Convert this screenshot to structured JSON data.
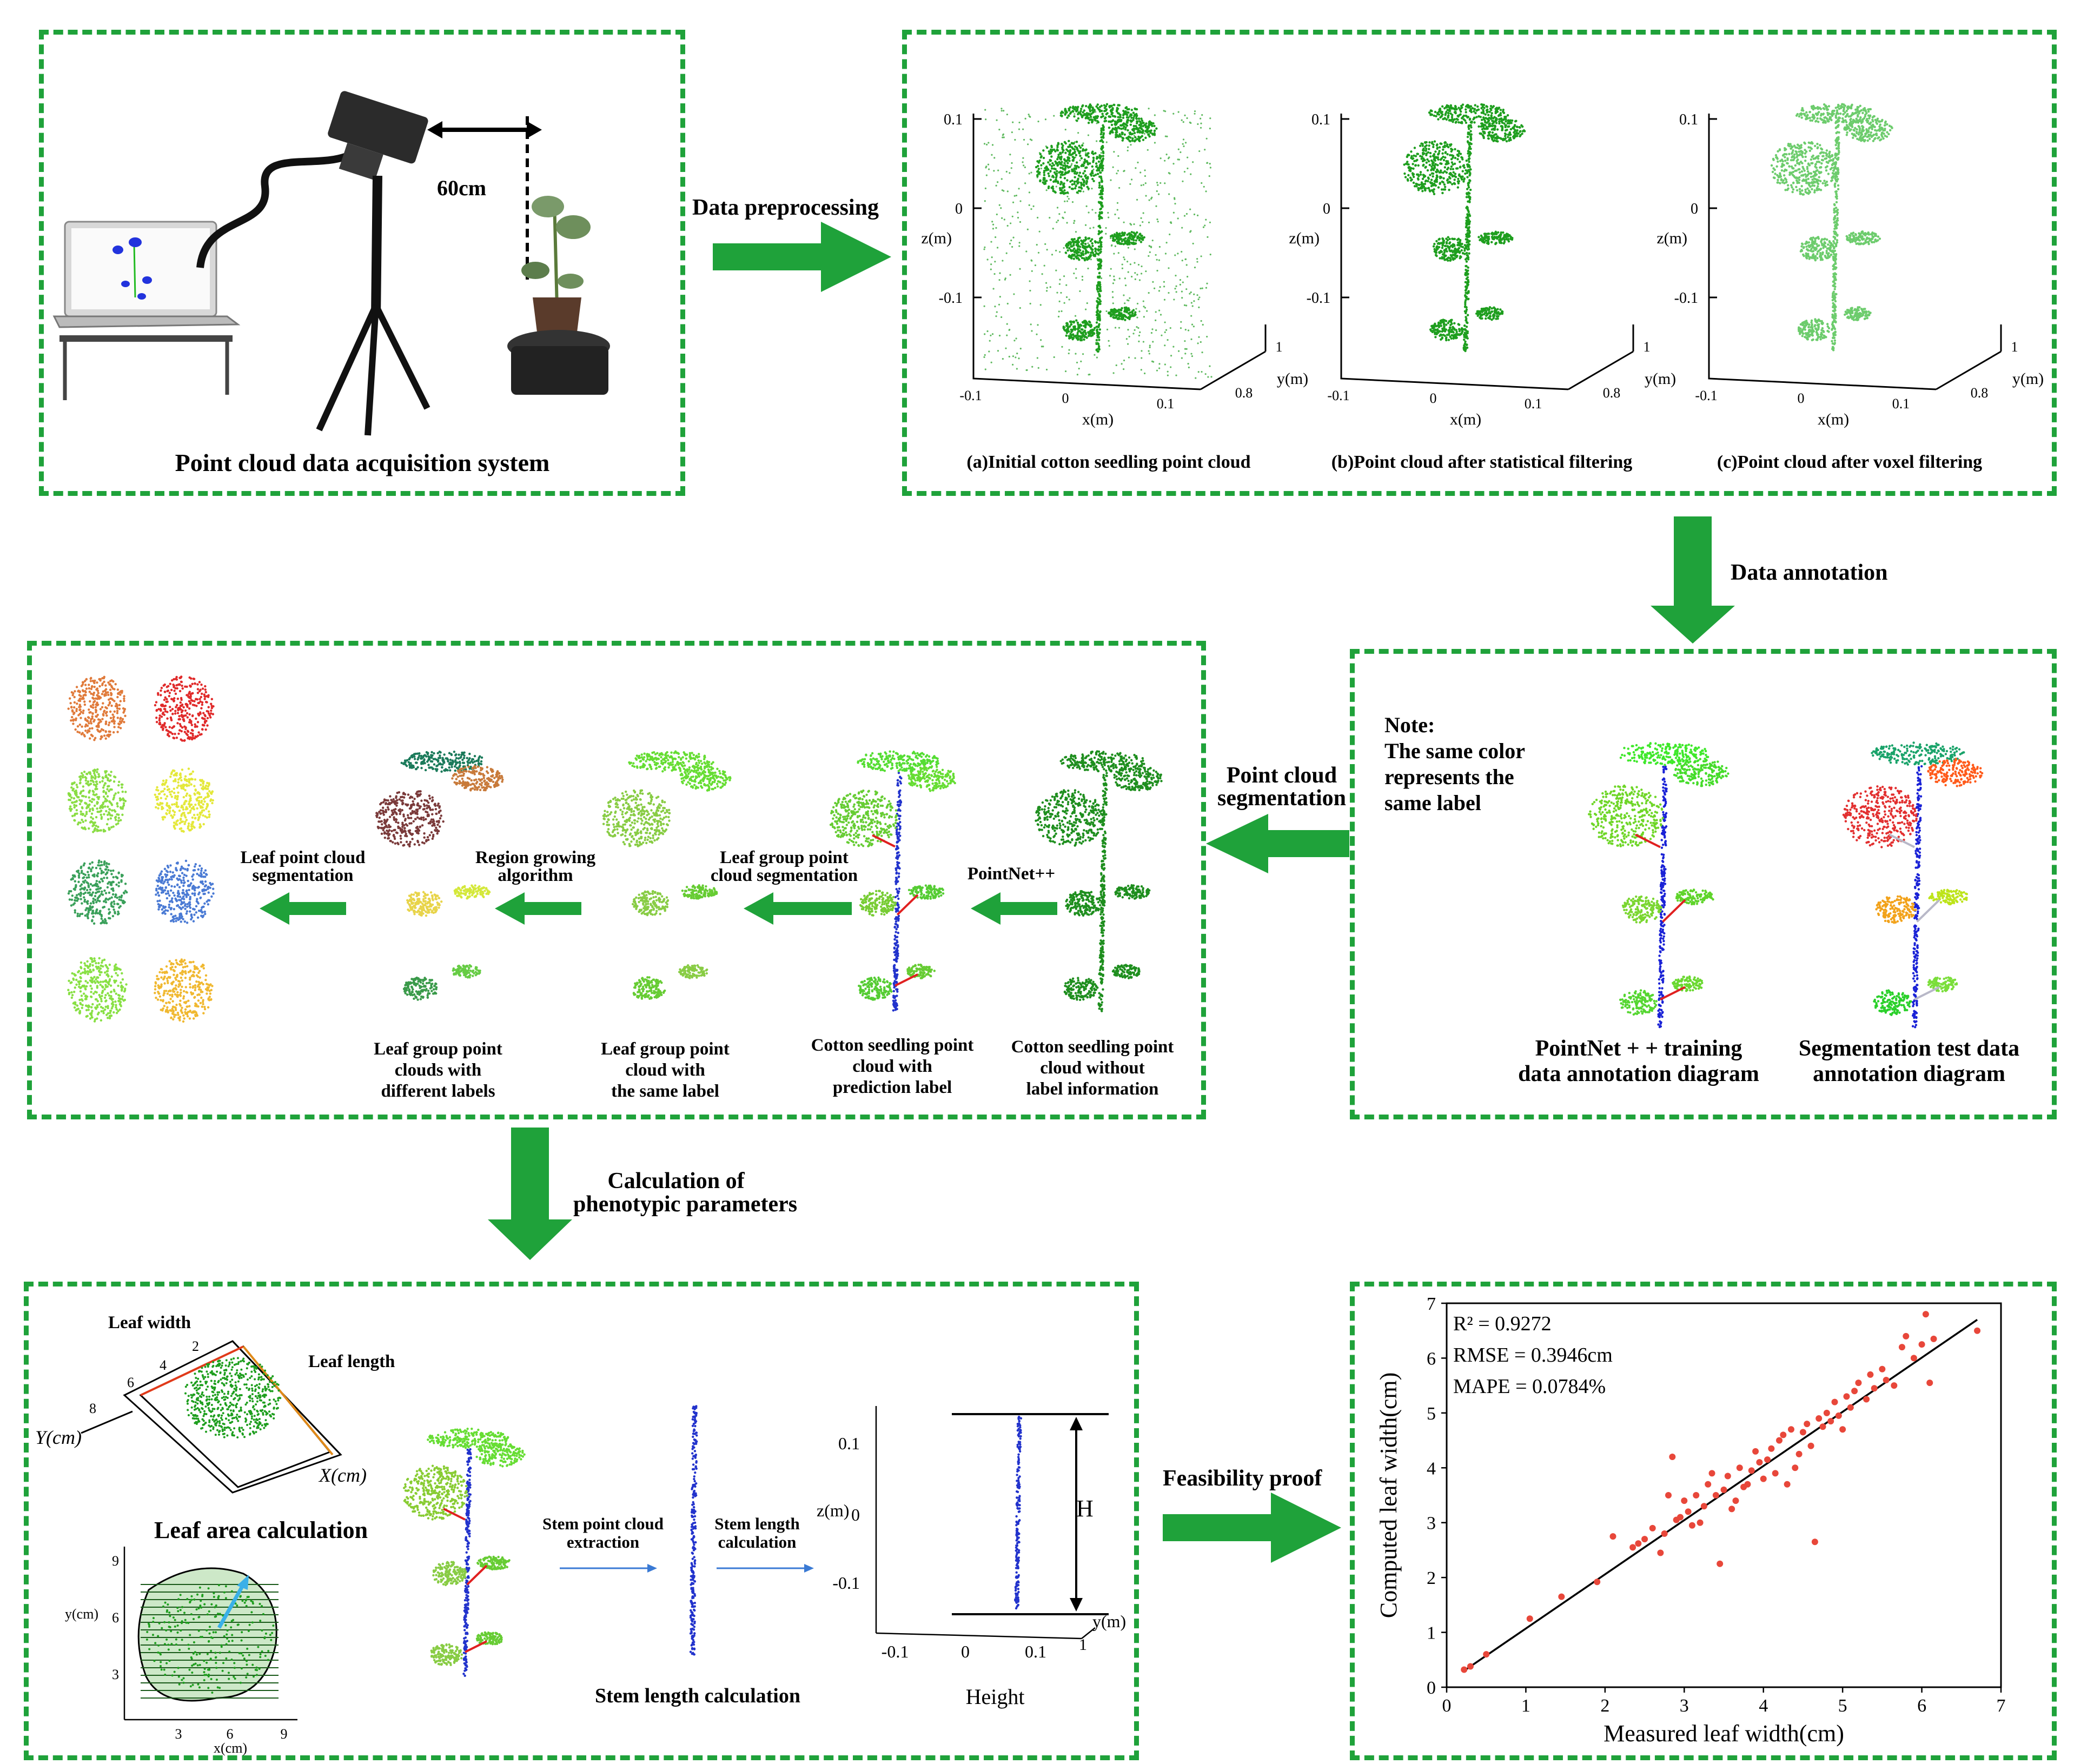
{
  "colors": {
    "panel_border": "#1fa23a",
    "arrow": "#1fa23a",
    "point_green": "#1e9e1e",
    "stem_blue": "#1a22d6",
    "leaf_red": "#e02020",
    "scatter_red": "#e8473a"
  },
  "acquisition": {
    "distance": "60cm",
    "title": "Point cloud data acquisition system"
  },
  "steps": {
    "preprocessing": "Data preprocessing",
    "annotation": "Data annotation",
    "segmentation_l1": "Point cloud",
    "segmentation_l2": "segmentation",
    "phenotypic_l1": "Calculation of",
    "phenotypic_l2": "phenotypic parameters",
    "feasibility": "Feasibility proof"
  },
  "axes3d": {
    "z_ticks": [
      "0.1",
      "0",
      "-0.1"
    ],
    "x_ticks": [
      "-0.1",
      "0",
      "0.1"
    ],
    "y_ticks": [
      "1",
      "0.8"
    ],
    "z_label": "z(m)",
    "x_label": "x(m)",
    "y_label": "y(m)"
  },
  "filter_captions": [
    "(a)Initial cotton seedling point cloud",
    "(b)Point cloud after statistical filtering",
    "(c)Point cloud after voxel filtering"
  ],
  "annotation_panel": {
    "note_l1": "Note:",
    "note_l2": "The same color",
    "note_l3": "represents the",
    "note_l4": "same label",
    "cap1_l1": "PointNet + + training",
    "cap1_l2": "data annotation diagram",
    "cap2_l1": "Segmentation test data",
    "cap2_l2": "annotation diagram"
  },
  "segmentation_panel": {
    "step_pointnet": "PointNet++",
    "step_group_l1": "Leaf group point",
    "step_group_l2": "cloud segmentation",
    "step_region_l1": "Region growing",
    "step_region_l2": "algorithm",
    "step_leaf_l1": "Leaf point cloud",
    "step_leaf_l2": "segmentation",
    "cap_nolabel": [
      "Cotton seedling point",
      "cloud without",
      "label information"
    ],
    "cap_pred": [
      "Cotton seedling point",
      "cloud with",
      "prediction label"
    ],
    "cap_same": [
      "Leaf group point",
      "cloud with",
      "the same label"
    ],
    "cap_diff": [
      "Leaf group point",
      "clouds with",
      "different labels"
    ]
  },
  "phenotype_panel": {
    "leaf_width": "Leaf width",
    "leaf_length": "Leaf length",
    "y_axis": "Y(cm)",
    "x_axis": "X(cm)",
    "ruler_ticks": [
      "2",
      "4",
      "6",
      "8"
    ],
    "area_title": "Leaf area calculation",
    "area_yticks": [
      "9",
      "6",
      "3"
    ],
    "area_xticks": [
      "3",
      "6",
      "9"
    ],
    "area_ylabel": "y(cm)",
    "area_xlabel": "x(cm)",
    "stem_extract_l1": "Stem point cloud",
    "stem_extract_l2": "extraction",
    "stem_calc_l1": "Stem length",
    "stem_calc_l2": "calculation",
    "stem_caption": "Stem length calculation",
    "height_zticks": [
      "0.1",
      "0",
      "-0.1"
    ],
    "height_xticks": [
      "-0.1",
      "0",
      "0.1"
    ],
    "height_z": "z(m)",
    "height_y": "y(m)",
    "height_y_tick": "1",
    "height_H": "H",
    "height_caption": "Height"
  },
  "chart_data": {
    "type": "scatter",
    "xlabel": "Measured leaf width(cm)",
    "ylabel": "Computed leaf width(cm)",
    "xlim": [
      0,
      7
    ],
    "ylim": [
      0,
      7
    ],
    "ticks": [
      "0",
      "1",
      "2",
      "3",
      "4",
      "5",
      "6",
      "7"
    ],
    "stats": [
      "R² = 0.9272",
      "RMSE = 0.3946cm",
      "MAPE = 0.0784%"
    ],
    "fit_line": {
      "x1": 0.2,
      "y1": 0.28,
      "x2": 6.7,
      "y2": 6.7
    },
    "points": [
      [
        0.22,
        0.32
      ],
      [
        0.3,
        0.38
      ],
      [
        0.5,
        0.6
      ],
      [
        1.05,
        1.25
      ],
      [
        1.45,
        1.65
      ],
      [
        1.9,
        1.92
      ],
      [
        2.1,
        2.75
      ],
      [
        2.35,
        2.55
      ],
      [
        2.42,
        2.62
      ],
      [
        2.5,
        2.7
      ],
      [
        2.6,
        2.9
      ],
      [
        2.7,
        2.45
      ],
      [
        2.75,
        2.8
      ],
      [
        2.8,
        3.5
      ],
      [
        2.85,
        4.2
      ],
      [
        2.9,
        3.05
      ],
      [
        2.95,
        3.1
      ],
      [
        3.0,
        3.4
      ],
      [
        3.05,
        3.2
      ],
      [
        3.1,
        2.95
      ],
      [
        3.15,
        3.5
      ],
      [
        3.2,
        3.0
      ],
      [
        3.25,
        3.3
      ],
      [
        3.3,
        3.7
      ],
      [
        3.35,
        3.9
      ],
      [
        3.4,
        3.5
      ],
      [
        3.45,
        2.25
      ],
      [
        3.5,
        3.6
      ],
      [
        3.55,
        3.85
      ],
      [
        3.6,
        3.25
      ],
      [
        3.65,
        3.4
      ],
      [
        3.7,
        4.0
      ],
      [
        3.75,
        3.65
      ],
      [
        3.8,
        3.7
      ],
      [
        3.85,
        3.95
      ],
      [
        3.9,
        4.3
      ],
      [
        3.95,
        4.1
      ],
      [
        4.0,
        3.8
      ],
      [
        4.05,
        4.15
      ],
      [
        4.1,
        4.35
      ],
      [
        4.15,
        3.9
      ],
      [
        4.2,
        4.5
      ],
      [
        4.25,
        4.6
      ],
      [
        4.3,
        3.7
      ],
      [
        4.35,
        4.7
      ],
      [
        4.4,
        4.0
      ],
      [
        4.45,
        4.25
      ],
      [
        4.5,
        4.65
      ],
      [
        4.55,
        4.8
      ],
      [
        4.6,
        4.4
      ],
      [
        4.65,
        2.65
      ],
      [
        4.7,
        4.9
      ],
      [
        4.75,
        4.75
      ],
      [
        4.8,
        5.0
      ],
      [
        4.85,
        4.85
      ],
      [
        4.9,
        5.2
      ],
      [
        4.95,
        4.95
      ],
      [
        5.0,
        4.7
      ],
      [
        5.05,
        5.3
      ],
      [
        5.1,
        5.1
      ],
      [
        5.15,
        5.4
      ],
      [
        5.2,
        5.55
      ],
      [
        5.3,
        5.25
      ],
      [
        5.35,
        5.7
      ],
      [
        5.4,
        5.45
      ],
      [
        5.5,
        5.8
      ],
      [
        5.55,
        5.6
      ],
      [
        5.65,
        5.5
      ],
      [
        5.75,
        6.2
      ],
      [
        5.8,
        6.4
      ],
      [
        5.9,
        6.0
      ],
      [
        6.0,
        6.25
      ],
      [
        6.05,
        6.8
      ],
      [
        6.1,
        5.55
      ],
      [
        6.15,
        6.35
      ],
      [
        6.7,
        6.5
      ]
    ]
  }
}
